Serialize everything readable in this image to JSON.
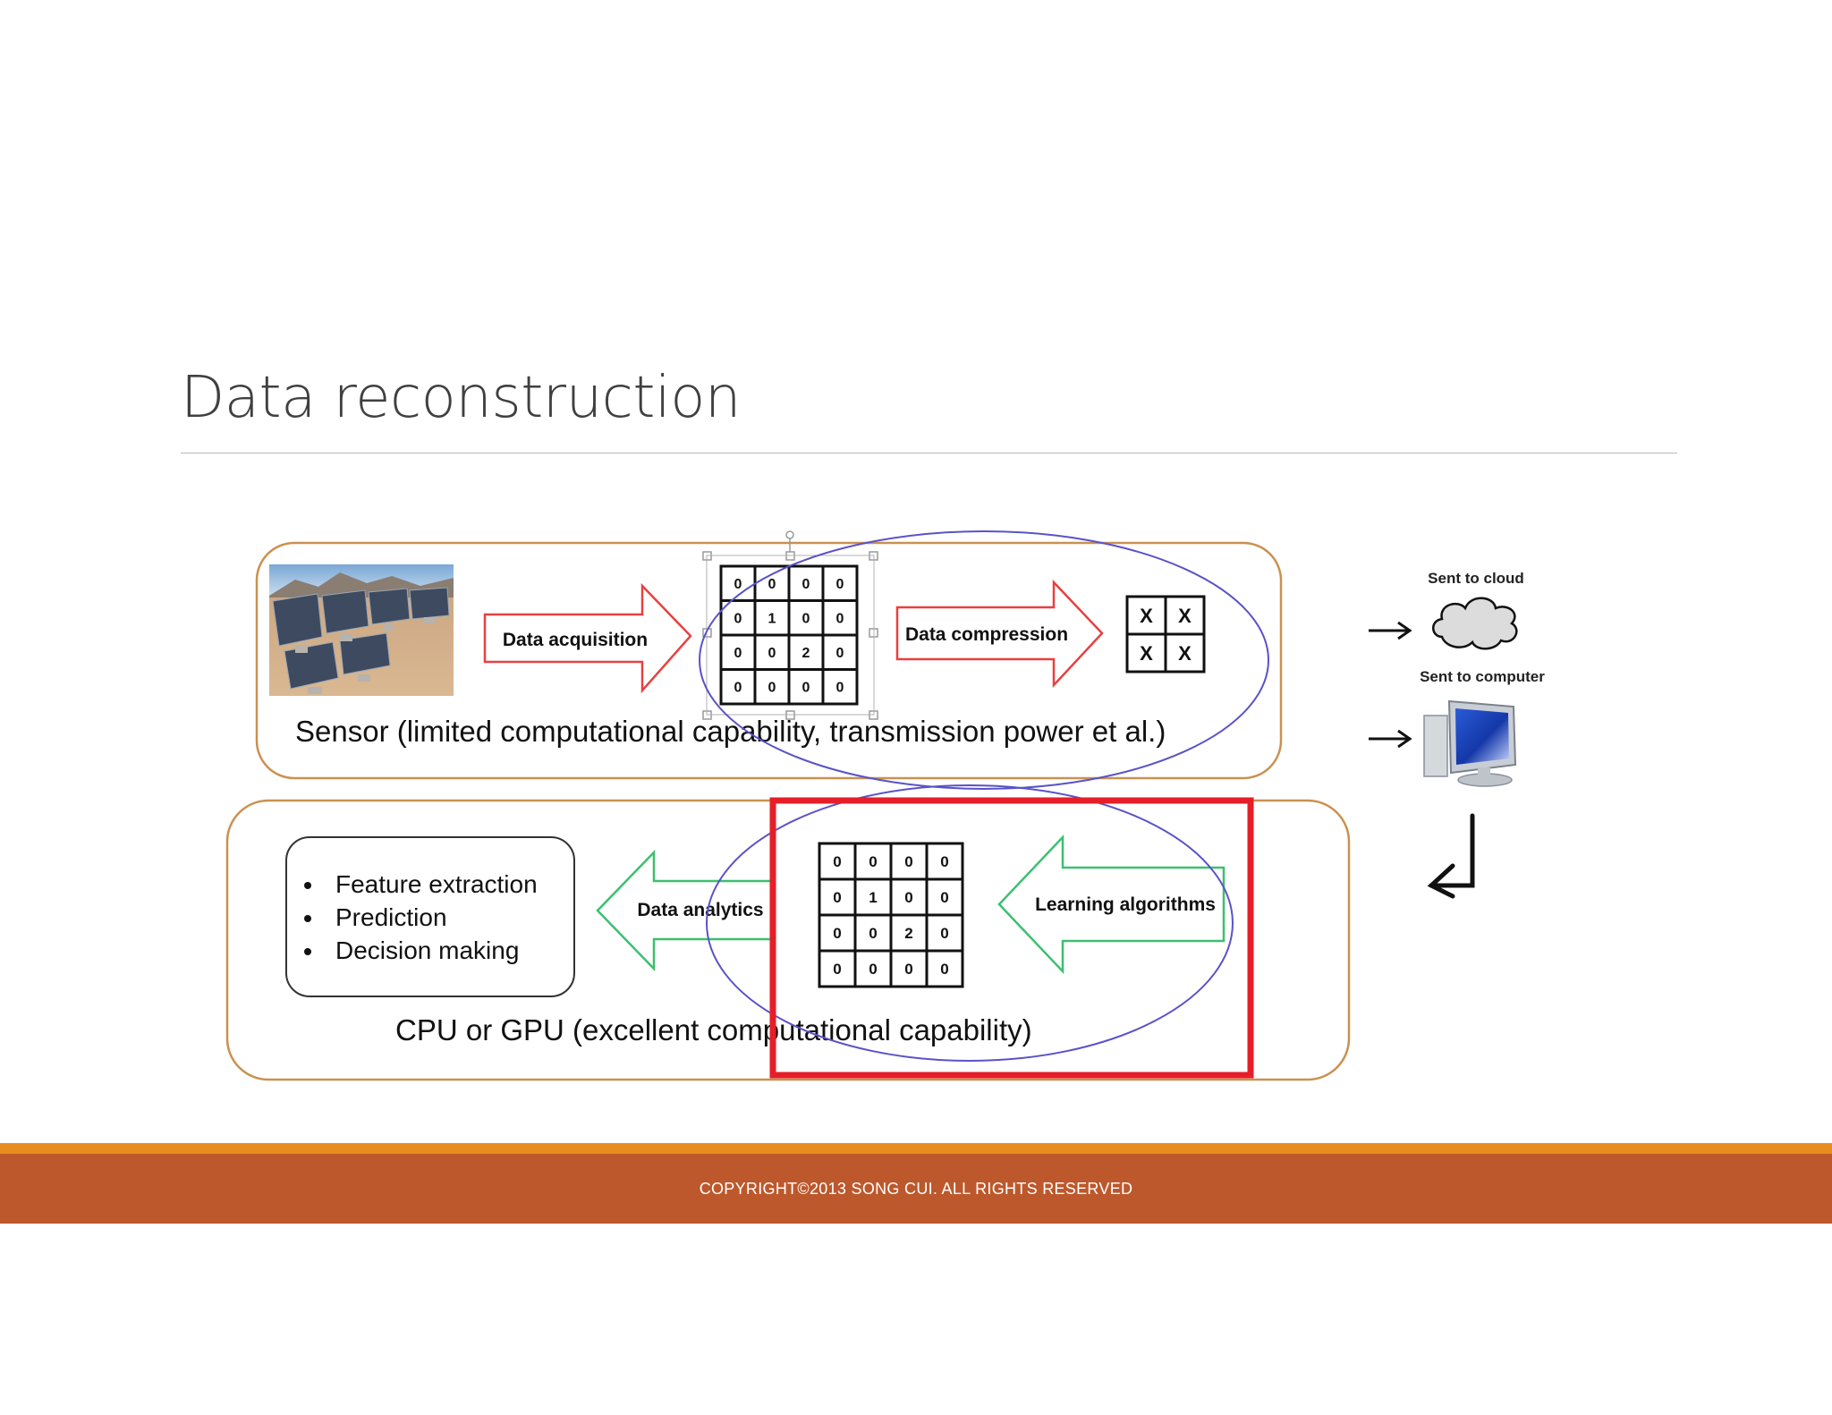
{
  "slide": {
    "title": "Data reconstruction",
    "footer": "COPYRIGHT©2013 SONG CUI. ALL RIGHTS RESERVED"
  },
  "diagram": {
    "sensor_caption": "Sensor (limited computational capability, transmission power et al.)",
    "processor_caption": "CPU or GPU (excellent computational capability)",
    "arrow_acquisition": "Data acquisition",
    "arrow_compression": "Data compression",
    "arrow_analytics": "Data analytics",
    "arrow_learning": "Learning algorithms",
    "sent_to_cloud": "Sent to cloud",
    "sent_to_computer": "Sent to computer",
    "sparse_matrix": [
      [
        "0",
        "0",
        "0",
        "0"
      ],
      [
        "0",
        "1",
        "0",
        "0"
      ],
      [
        "0",
        "0",
        "2",
        "0"
      ],
      [
        "0",
        "0",
        "0",
        "0"
      ]
    ],
    "compressed_matrix": [
      [
        "X",
        "X"
      ],
      [
        "X",
        "X"
      ]
    ],
    "outcomes": [
      "Feature extraction",
      "Prediction",
      "Decision making"
    ]
  },
  "colors": {
    "panel_border": "#c99150",
    "acquisition_arrow": "#e84040",
    "analytics_arrow": "#3cc070",
    "highlight_ellipse": "#5a52c8",
    "highlight_box": "#e61e28",
    "footer_band": "#bd582c",
    "footer_accent": "#e88c1e"
  }
}
